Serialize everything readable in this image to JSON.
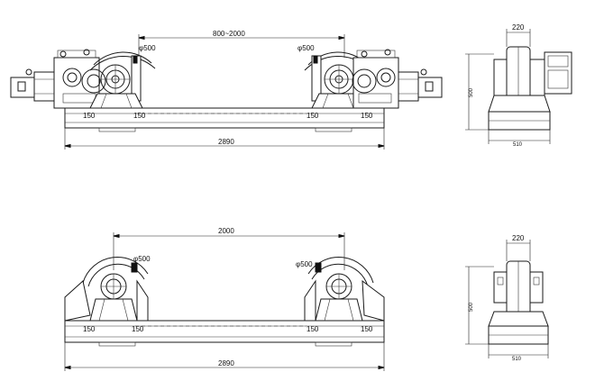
{
  "top_view": {
    "dim_span": "800~2000",
    "dim_total": "2890",
    "dim_left_wheel": "φ500",
    "dim_right_wheel": "φ500",
    "dim_base_left_a": "150",
    "dim_base_left_b": "150",
    "dim_base_right_a": "150",
    "dim_base_right_b": "150"
  },
  "top_side": {
    "dim_width": "220",
    "dim_height": "500",
    "dim_base": "510"
  },
  "bottom_view": {
    "dim_span": "2000",
    "dim_total": "2890",
    "dim_left_wheel": "φ500",
    "dim_right_wheel": "φ500",
    "dim_base_left_a": "150",
    "dim_base_left_b": "150",
    "dim_base_right_a": "150",
    "dim_base_right_b": "150"
  },
  "bottom_side": {
    "dim_width": "220",
    "dim_height": "500",
    "dim_base": "510"
  }
}
